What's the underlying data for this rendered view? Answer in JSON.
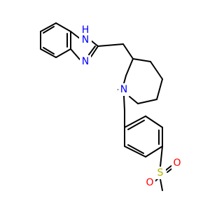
{
  "colors": {
    "bond": "#000000",
    "nitrogen": "#0000ff",
    "sulfur": "#b2b200",
    "oxygen": "#ff0000",
    "background": "#ffffff"
  },
  "atoms": {
    "nh_n": "N",
    "nh_h": "H",
    "imine_n": "N",
    "piperidine_n": "N",
    "sulfur": "S",
    "oxygen_1": "O",
    "oxygen_2": "O"
  }
}
